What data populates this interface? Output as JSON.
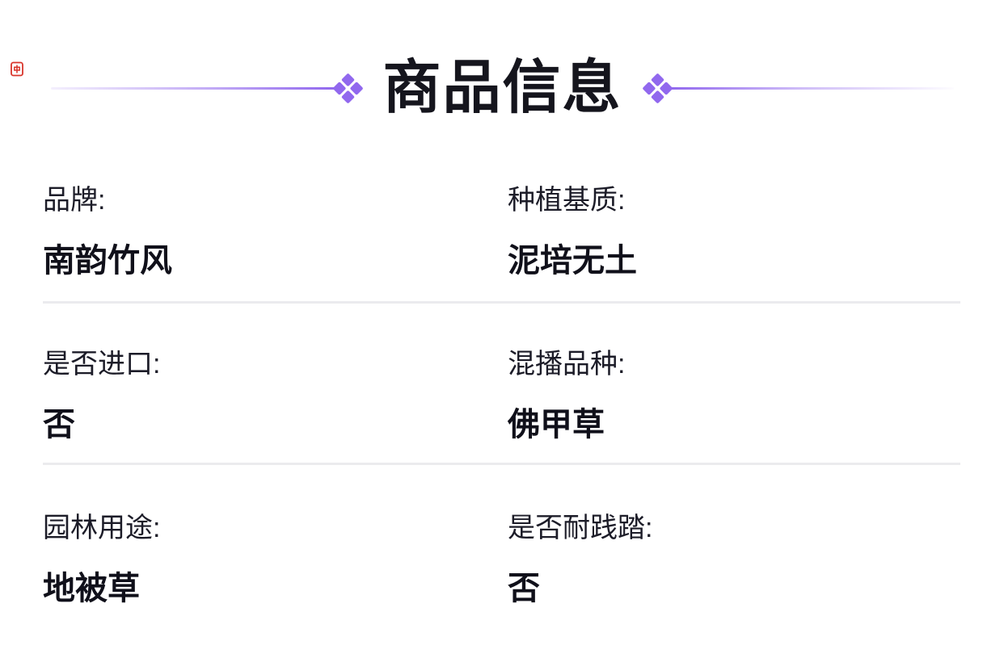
{
  "header": {
    "title": "商品信息"
  },
  "product_info": {
    "fields": [
      {
        "label": "品牌:",
        "value": "南韵竹风"
      },
      {
        "label": "种植基质:",
        "value": "泥培无土"
      },
      {
        "label": "是否进口:",
        "value": "否"
      },
      {
        "label": "混播品种:",
        "value": "佛甲草"
      },
      {
        "label": "园林用途:",
        "value": "地被草"
      },
      {
        "label": "是否耐践踏:",
        "value": "否"
      }
    ]
  },
  "icons": {
    "left_ornament": "diamond-cluster-icon",
    "right_ornament": "diamond-cluster-icon",
    "corner_mark": "red-seal-icon"
  },
  "colors": {
    "accent_purple": "#9168ee",
    "divider_gray": "#ebebee",
    "text_dark": "#14141f",
    "corner_red": "#d9352b",
    "background": "#ffffff"
  }
}
